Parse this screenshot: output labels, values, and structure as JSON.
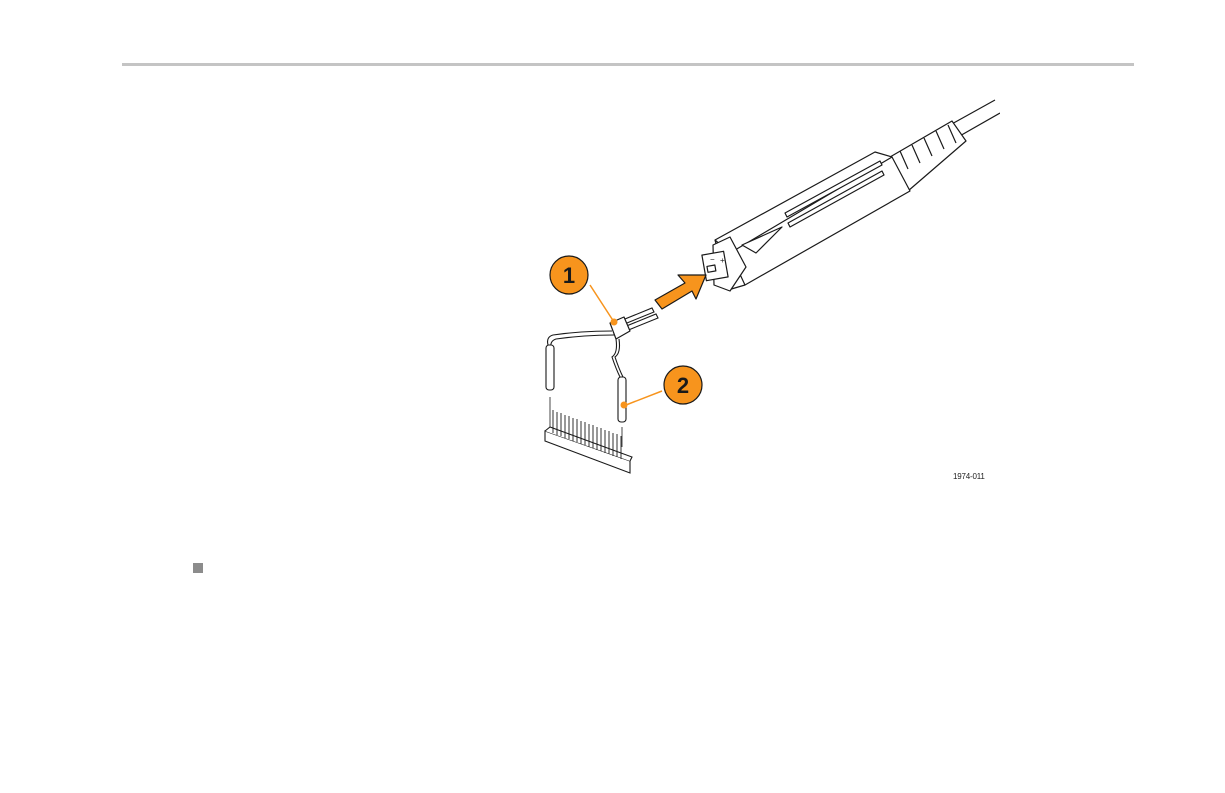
{
  "figure": {
    "id_label": "1974-011",
    "callouts": [
      {
        "number": "1"
      },
      {
        "number": "2"
      }
    ],
    "polarity_marks": {
      "plus": "+",
      "minus": "−"
    }
  },
  "colors": {
    "accent": "#f7941d",
    "rule": "#c4c4c4",
    "bullet": "#8c8c8c",
    "line_art": "#1a1a1a"
  }
}
